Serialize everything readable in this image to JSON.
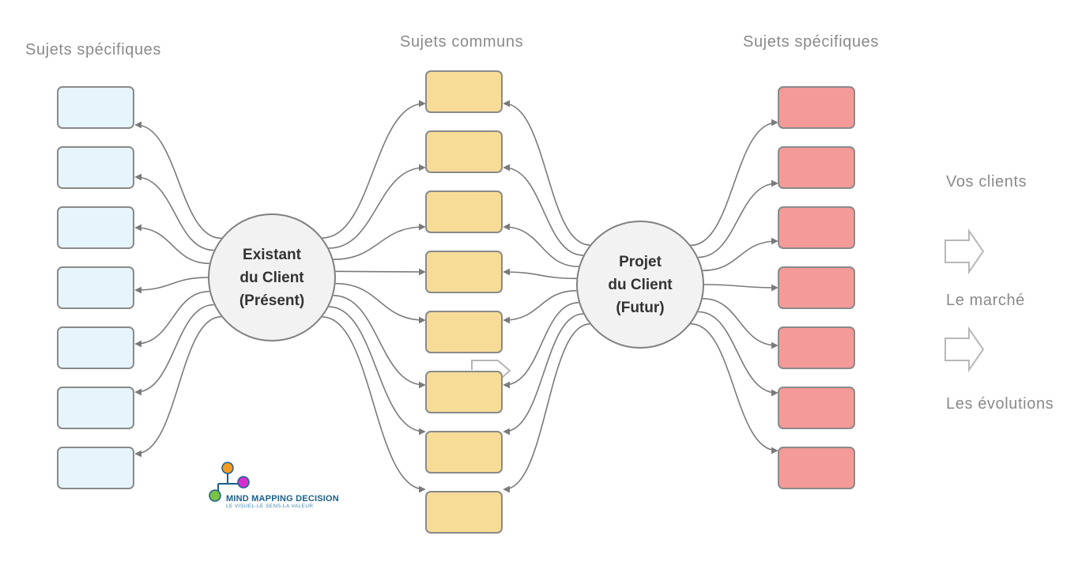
{
  "headings": {
    "left": "Sujets spécifiques",
    "middle": "Sujets communs",
    "right": "Sujets spécifiques"
  },
  "hubs": {
    "present": {
      "line1": "Existant",
      "line2": "du Client",
      "line3": "(Présent)"
    },
    "future": {
      "line1": "Projet",
      "line2": "du Client",
      "line3": "(Futur)"
    }
  },
  "side_labels": {
    "clients": "Vos clients",
    "market": "Le marché",
    "evolutions": "Les évolutions"
  },
  "boxes": {
    "left_count": 7,
    "middle_count": 8,
    "right_count": 7
  },
  "colors": {
    "left_box": "#e6f4fc",
    "middle_box": "#f7dc98",
    "right_box": "#f49a98",
    "connector": "#7a7a7a",
    "hub_fill": "#f2f2f2"
  },
  "logo": {
    "name": "MIND MAPPING DECISION",
    "tagline": "LE VISUEL-LE SENS-LA VALEUR"
  }
}
